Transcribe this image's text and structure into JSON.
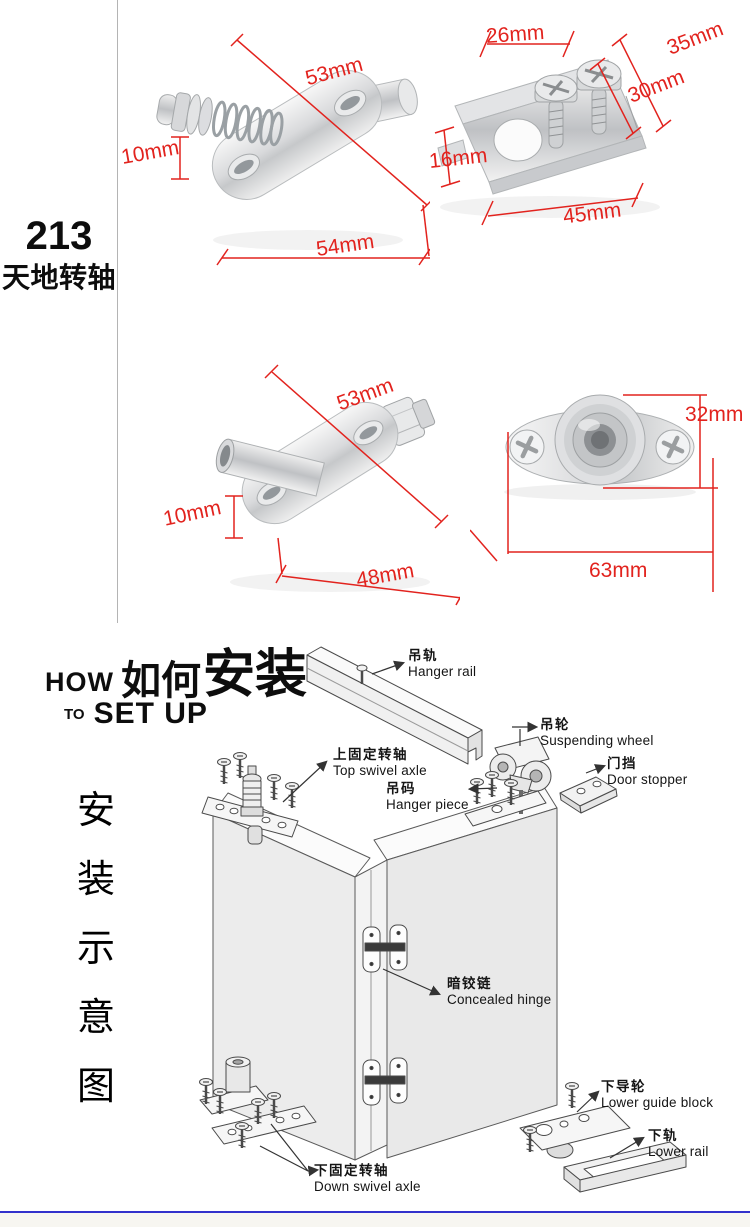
{
  "colors": {
    "dimension_red": "#e2231e",
    "bottom_rule_blue": "#3232cc",
    "divider_gray": "#b4b4b4",
    "diagram_ink": "#4a4a4a"
  },
  "product_header": {
    "model": "213",
    "name": "天地转轴"
  },
  "products": {
    "spring_axle": {
      "dims": {
        "plate": "53mm",
        "pin": "10mm",
        "overall": "54mm"
      }
    },
    "bracket": {
      "dims": {
        "top": "26mm",
        "outer_right": "35mm",
        "inner_right": "30mm",
        "left": "16mm",
        "bottom": "45mm"
      }
    },
    "threaded_axle": {
      "dims": {
        "plate": "53mm",
        "pin": "10mm",
        "overall": "48mm"
      }
    },
    "bearing_plate": {
      "dims": {
        "height": "32mm",
        "width": "63mm"
      }
    }
  },
  "howto_logo": {
    "how": "HOW",
    "zh_ruhe": "如何",
    "zh_anzhuang": "安装",
    "to": "TO",
    "set_up": "SET UP"
  },
  "vertical_caption": {
    "text": "安装示意图",
    "chars": [
      "安",
      "装",
      "示",
      "意",
      "图"
    ]
  },
  "diagram": {
    "labels": {
      "hanger_rail": {
        "zh": "吊轨",
        "en": "Hanger rail"
      },
      "suspending_wheel": {
        "zh": "吊轮",
        "en": "Suspending wheel"
      },
      "door_stopper": {
        "zh": "门挡",
        "en": "Door stopper"
      },
      "top_swivel_axle": {
        "zh": "上固定转轴",
        "en": "Top swivel axle"
      },
      "hanger_piece": {
        "zh": "吊码",
        "en": "Hanger piece"
      },
      "concealed_hinge": {
        "zh": "暗铰链",
        "en": "Concealed hinge"
      },
      "lower_guide_block": {
        "zh": "下导轮",
        "en": "Lower guide block"
      },
      "lower_rail": {
        "zh": "下轨",
        "en": "Lower rail"
      },
      "down_swivel_axle": {
        "zh": "下固定转轴",
        "en": "Down swivel axle"
      }
    }
  }
}
